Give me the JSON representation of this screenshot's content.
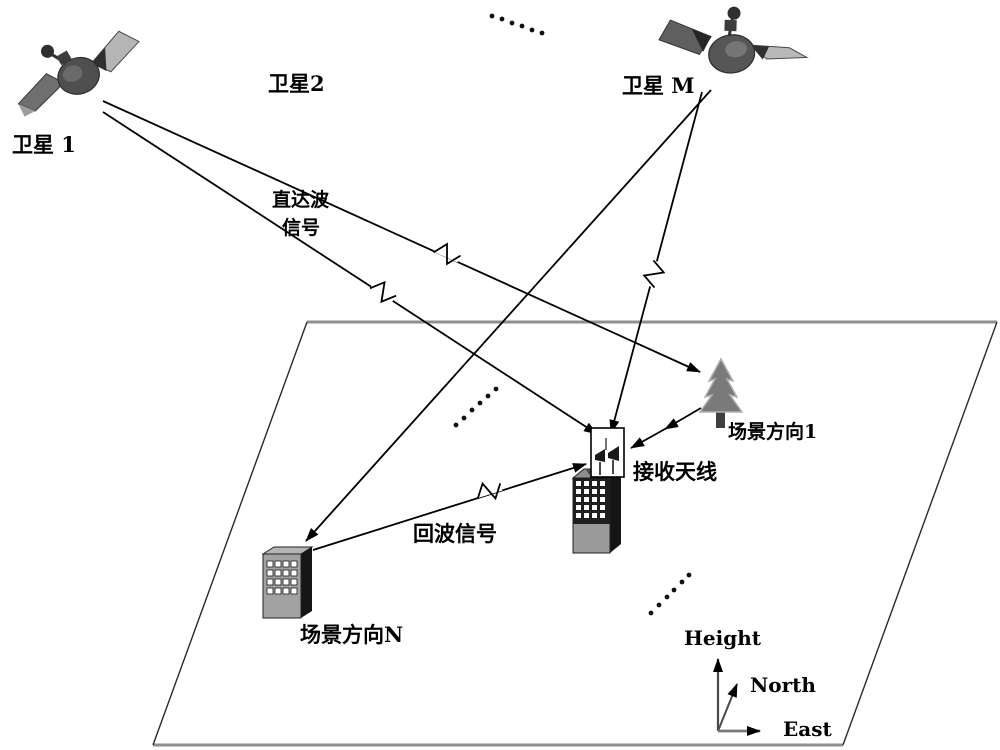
{
  "labels": {
    "satellite_1": "卫星 1",
    "satellite_2": "卫星2",
    "satellite_m": "卫星 M",
    "direct_wave_line1": "直达波",
    "direct_wave_line2": "信号",
    "echo_signal": "回波信号",
    "scene_direction_1": "场景方向1",
    "receiving_antenna": "接收天线",
    "scene_direction_n": "场景方向N",
    "axis_height": "Height",
    "axis_north": "North",
    "axis_east": "East"
  },
  "colors": {
    "background": "#ffffff",
    "signal_line": "#000000",
    "plane_edge_horizontal": "#8f8f8f",
    "plane_edge_side": "#2a2a2a",
    "tree_fill": "#7a7a7a",
    "tree_trunk": "#3f3f3f",
    "building_face_light": "#a2a2a2",
    "building_face_dark": "#1e1e1e",
    "building_side": "#141414",
    "satellite_body": "#4f4f4f",
    "text": "#000000"
  },
  "structure": {
    "satellites": [
      "卫星 1",
      "卫星2",
      "卫星 M"
    ],
    "targets": [
      "场景方向1",
      "场景方向N"
    ],
    "receiver": "接收天线",
    "signals": [
      "直达波信号",
      "回波信号"
    ],
    "axes": [
      "Height",
      "North",
      "East"
    ]
  }
}
